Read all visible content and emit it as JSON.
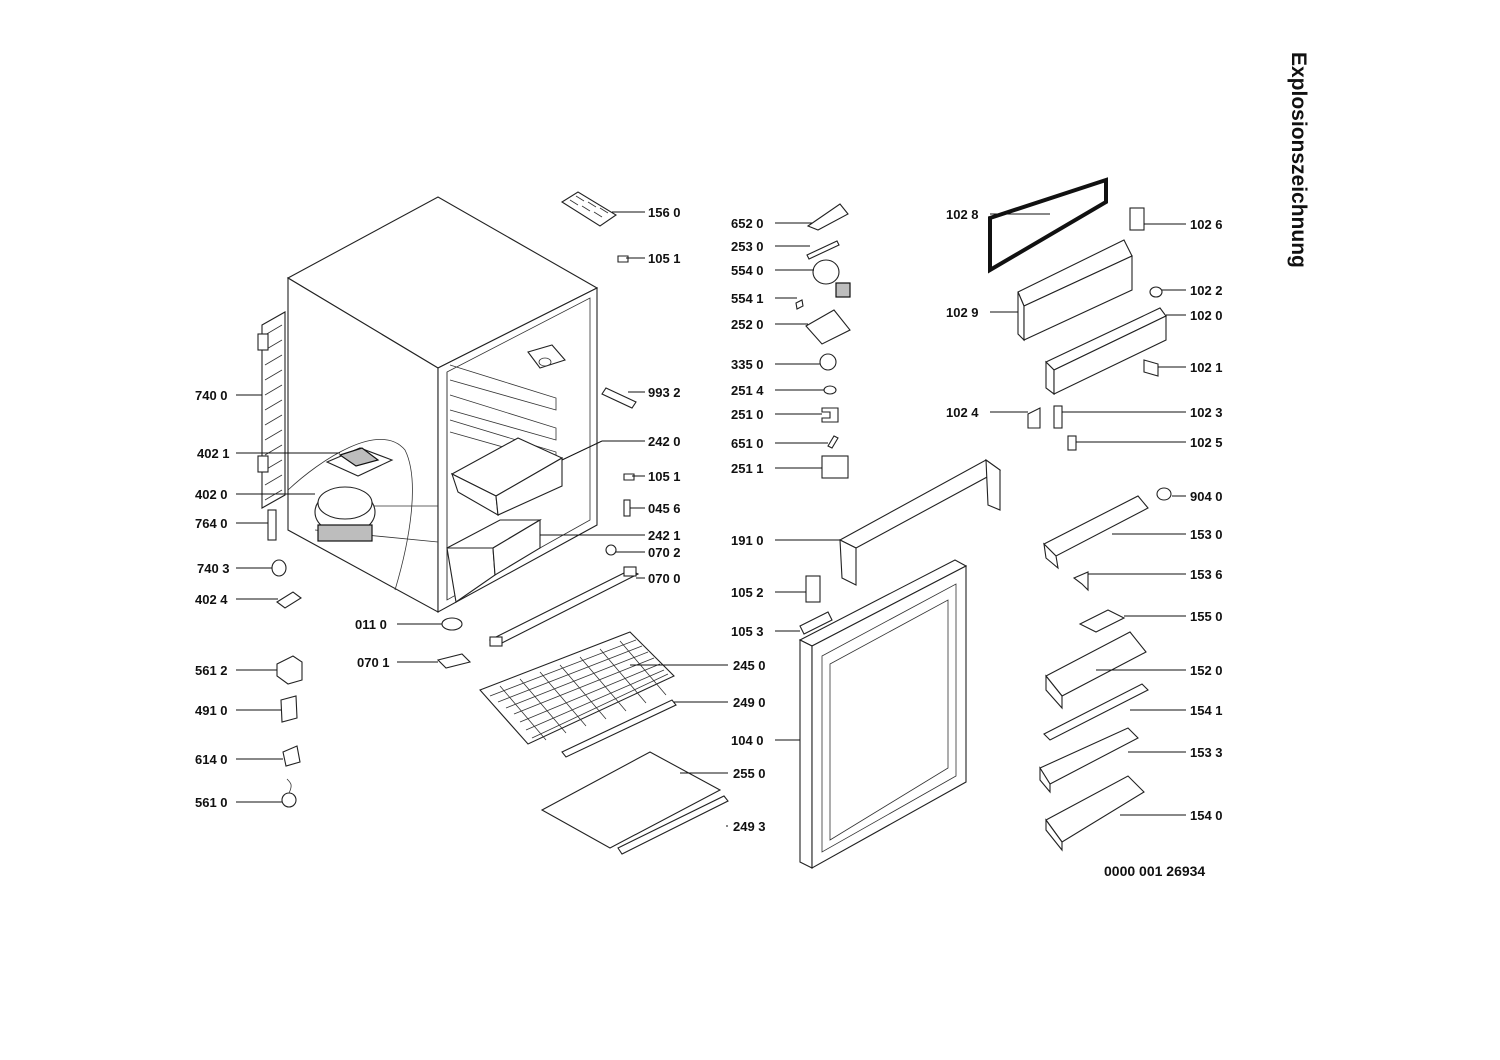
{
  "title": "Explosionszeichnung",
  "drawing_number": "0000 001 26934",
  "parts": [
    {
      "id": "156-0",
      "label": "156 0"
    },
    {
      "id": "105-1a",
      "label": "105 1"
    },
    {
      "id": "740-0",
      "label": "740 0"
    },
    {
      "id": "402-1",
      "label": "402 1"
    },
    {
      "id": "402-0",
      "label": "402 0"
    },
    {
      "id": "764-0",
      "label": "764 0"
    },
    {
      "id": "740-3",
      "label": "740 3"
    },
    {
      "id": "402-4",
      "label": "402 4"
    },
    {
      "id": "561-2",
      "label": "561 2"
    },
    {
      "id": "491-0",
      "label": "491 0"
    },
    {
      "id": "614-0",
      "label": "614 0"
    },
    {
      "id": "561-0",
      "label": "561 0"
    },
    {
      "id": "993-2",
      "label": "993 2"
    },
    {
      "id": "242-0",
      "label": "242 0"
    },
    {
      "id": "105-1b",
      "label": "105 1"
    },
    {
      "id": "045-6",
      "label": "045 6"
    },
    {
      "id": "242-1",
      "label": "242 1"
    },
    {
      "id": "070-2",
      "label": "070 2"
    },
    {
      "id": "070-0",
      "label": "070 0"
    },
    {
      "id": "011-0",
      "label": "011 0"
    },
    {
      "id": "070-1",
      "label": "070 1"
    },
    {
      "id": "245-0",
      "label": "245 0"
    },
    {
      "id": "249-0",
      "label": "249 0"
    },
    {
      "id": "255-0",
      "label": "255 0"
    },
    {
      "id": "249-3",
      "label": "249 3"
    },
    {
      "id": "652-0",
      "label": "652 0"
    },
    {
      "id": "253-0",
      "label": "253 0"
    },
    {
      "id": "554-0",
      "label": "554 0"
    },
    {
      "id": "554-1",
      "label": "554 1"
    },
    {
      "id": "252-0",
      "label": "252 0"
    },
    {
      "id": "335-0",
      "label": "335 0"
    },
    {
      "id": "251-4",
      "label": "251 4"
    },
    {
      "id": "251-0",
      "label": "251 0"
    },
    {
      "id": "651-0",
      "label": "651 0"
    },
    {
      "id": "251-1",
      "label": "251 1"
    },
    {
      "id": "191-0",
      "label": "191 0"
    },
    {
      "id": "105-2",
      "label": "105 2"
    },
    {
      "id": "105-3",
      "label": "105 3"
    },
    {
      "id": "104-0",
      "label": "104 0"
    },
    {
      "id": "102-8",
      "label": "102 8"
    },
    {
      "id": "102-6",
      "label": "102 6"
    },
    {
      "id": "102-2",
      "label": "102 2"
    },
    {
      "id": "102-9",
      "label": "102 9"
    },
    {
      "id": "102-0",
      "label": "102 0"
    },
    {
      "id": "102-1",
      "label": "102 1"
    },
    {
      "id": "102-4",
      "label": "102 4"
    },
    {
      "id": "102-3",
      "label": "102 3"
    },
    {
      "id": "102-5",
      "label": "102 5"
    },
    {
      "id": "904-0",
      "label": "904 0"
    },
    {
      "id": "153-0",
      "label": "153 0"
    },
    {
      "id": "153-6",
      "label": "153 6"
    },
    {
      "id": "155-0",
      "label": "155 0"
    },
    {
      "id": "152-0",
      "label": "152 0"
    },
    {
      "id": "154-1",
      "label": "154 1"
    },
    {
      "id": "153-3",
      "label": "153 3"
    },
    {
      "id": "154-0",
      "label": "154 0"
    }
  ]
}
